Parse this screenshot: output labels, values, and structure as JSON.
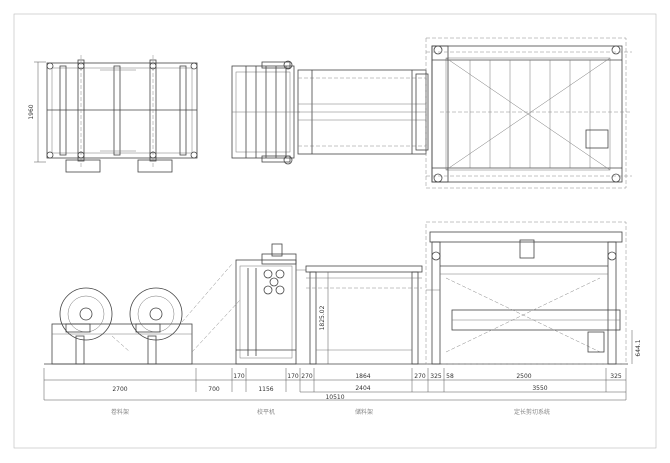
{
  "dimensions": {
    "height_label": "1960",
    "roll_1825": "1825.02",
    "side_644": "644.1",
    "bottom": [
      "2700",
      "700",
      "170",
      "1156",
      "170",
      "270",
      "1864",
      "270",
      "325",
      "58",
      "2500",
      "325"
    ],
    "sub_2404": "2404",
    "sub_3550": "3550",
    "total": "10510"
  },
  "sections": [
    "卷料架",
    "校平机",
    "储料架",
    "定长剪切系统"
  ]
}
